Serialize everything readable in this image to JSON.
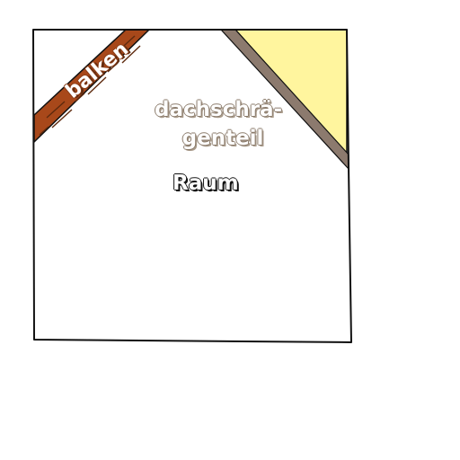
{
  "labels": {
    "beam": "balken",
    "slope_line1": "dachschrä-",
    "slope_line2": "genteil",
    "room": "Raum"
  },
  "colors": {
    "beam_fill": "#a8481a",
    "beam_grain": "#5e2a0e",
    "slope_fill": "#8c7a6e",
    "corner_fill": "#fff59e",
    "outline": "#111111"
  }
}
